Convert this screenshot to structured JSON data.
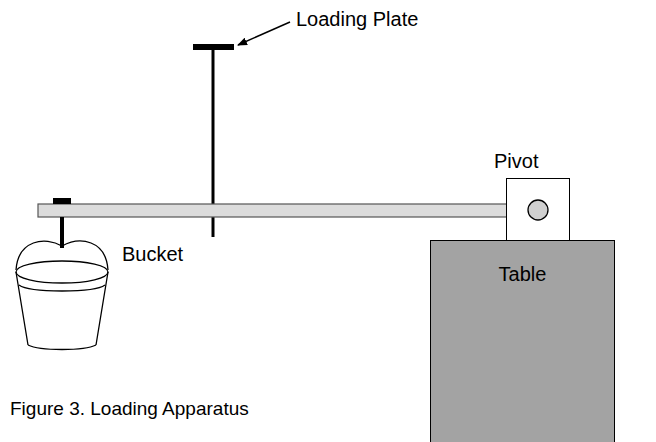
{
  "diagram": {
    "caption": "Figure 3. Loading Apparatus",
    "nodes": [
      {
        "text": [
          "Pivot"
        ]
      },
      {
        "text": [
          "Table"
        ]
      }
    ],
    "labels": [
      "Loading Plate",
      "Bucket"
    ]
  }
}
